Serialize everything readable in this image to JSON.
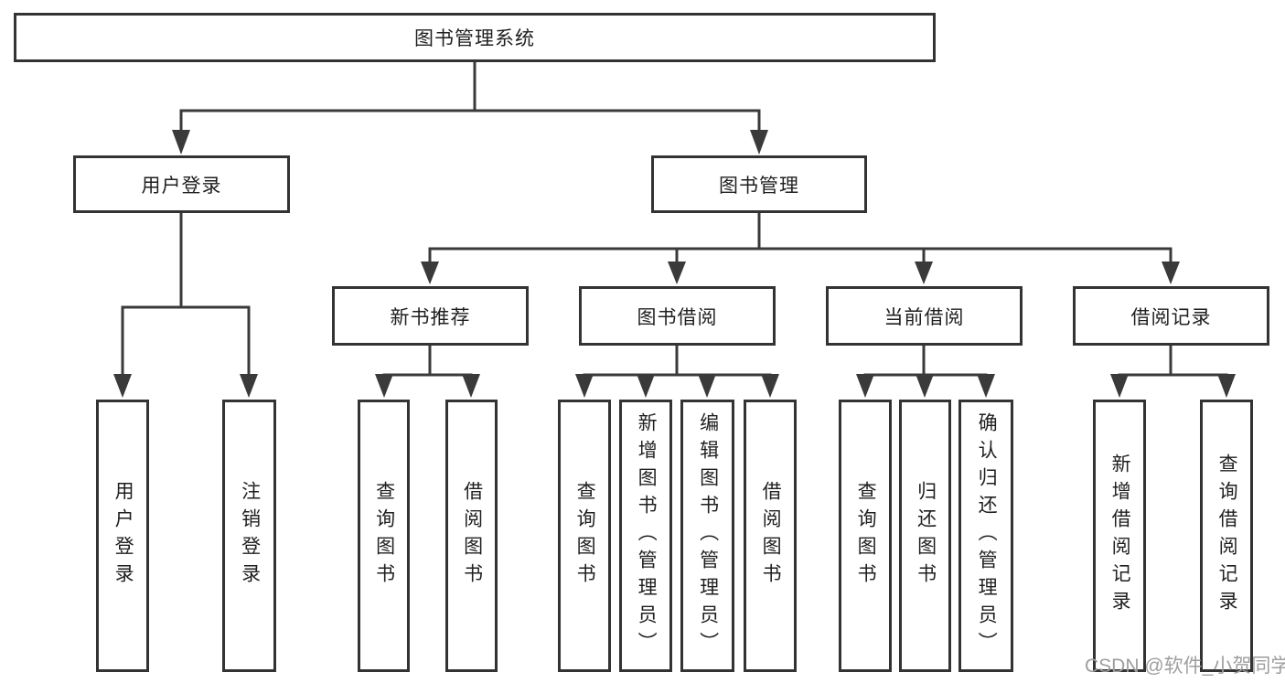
{
  "diagram": {
    "type": "hierarchy-tree",
    "title": "图书管理系统",
    "colors": {
      "background": "#ffffff",
      "box_border": "#333333",
      "connector_line": "#3a3a3a",
      "text": "#1f1f1f",
      "watermark_text": "#9e9e9e"
    },
    "tree": {
      "root": {
        "label": "图书管理系统"
      },
      "level2": [
        {
          "label": "用户登录"
        },
        {
          "label": "图书管理"
        }
      ],
      "level3": [
        {
          "label": "新书推荐",
          "parent": "图书管理"
        },
        {
          "label": "图书借阅",
          "parent": "图书管理"
        },
        {
          "label": "当前借阅",
          "parent": "图书管理"
        },
        {
          "label": "借阅记录",
          "parent": "图书管理"
        }
      ],
      "leaves": [
        {
          "label": "用户登录",
          "parent": "用户登录"
        },
        {
          "label": "注销登录",
          "parent": "用户登录"
        },
        {
          "label": "查询图书",
          "parent": "新书推荐"
        },
        {
          "label": "借阅图书",
          "parent": "新书推荐"
        },
        {
          "label": "查询图书",
          "parent": "图书借阅"
        },
        {
          "label": "新增图书（管理员）",
          "parent": "图书借阅"
        },
        {
          "label": "编辑图书（管理员）",
          "parent": "图书借阅"
        },
        {
          "label": "借阅图书",
          "parent": "图书借阅"
        },
        {
          "label": "查询图书",
          "parent": "当前借阅"
        },
        {
          "label": "归还图书",
          "parent": "当前借阅"
        },
        {
          "label": "确认归还（管理员）",
          "parent": "当前借阅"
        },
        {
          "label": "新增借阅记录",
          "parent": "借阅记录"
        },
        {
          "label": "查询借阅记录",
          "parent": "借阅记录"
        }
      ]
    },
    "watermark": {
      "text": "CSDN @软件_小贺同学"
    }
  }
}
